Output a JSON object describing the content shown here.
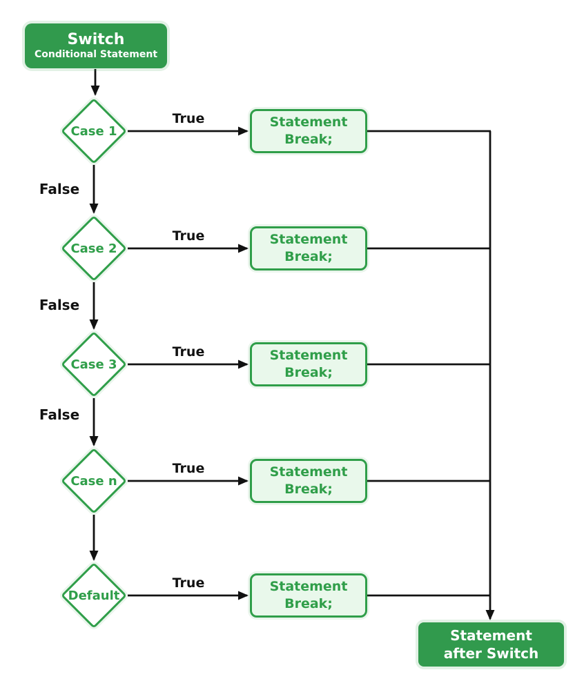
{
  "colors": {
    "accent_green": "#2f9e49",
    "dark_node_fill": "#319a4d",
    "light_node_fill": "#e9f8eb",
    "node_text_on_dark": "#ffffff",
    "connector_black": "#111111",
    "background": "#ffffff"
  },
  "start_node": {
    "title": "Switch",
    "subtitle": "Conditional Statement"
  },
  "rows": [
    {
      "case_label": "Case 1",
      "true_label": "True",
      "statement": {
        "line1": "Statement",
        "line2": "Break;"
      },
      "false_label": "False"
    },
    {
      "case_label": "Case 2",
      "true_label": "True",
      "statement": {
        "line1": "Statement",
        "line2": "Break;"
      },
      "false_label": "False"
    },
    {
      "case_label": "Case 3",
      "true_label": "True",
      "statement": {
        "line1": "Statement",
        "line2": "Break;"
      },
      "false_label": "False"
    },
    {
      "case_label": "Case n",
      "true_label": "True",
      "statement": {
        "line1": "Statement",
        "line2": "Break;"
      }
    },
    {
      "case_label": "Default",
      "true_label": "True",
      "statement": {
        "line1": "Statement",
        "line2": "Break;"
      }
    }
  ],
  "end_node": {
    "line1": "Statement",
    "line2": "after Switch"
  }
}
